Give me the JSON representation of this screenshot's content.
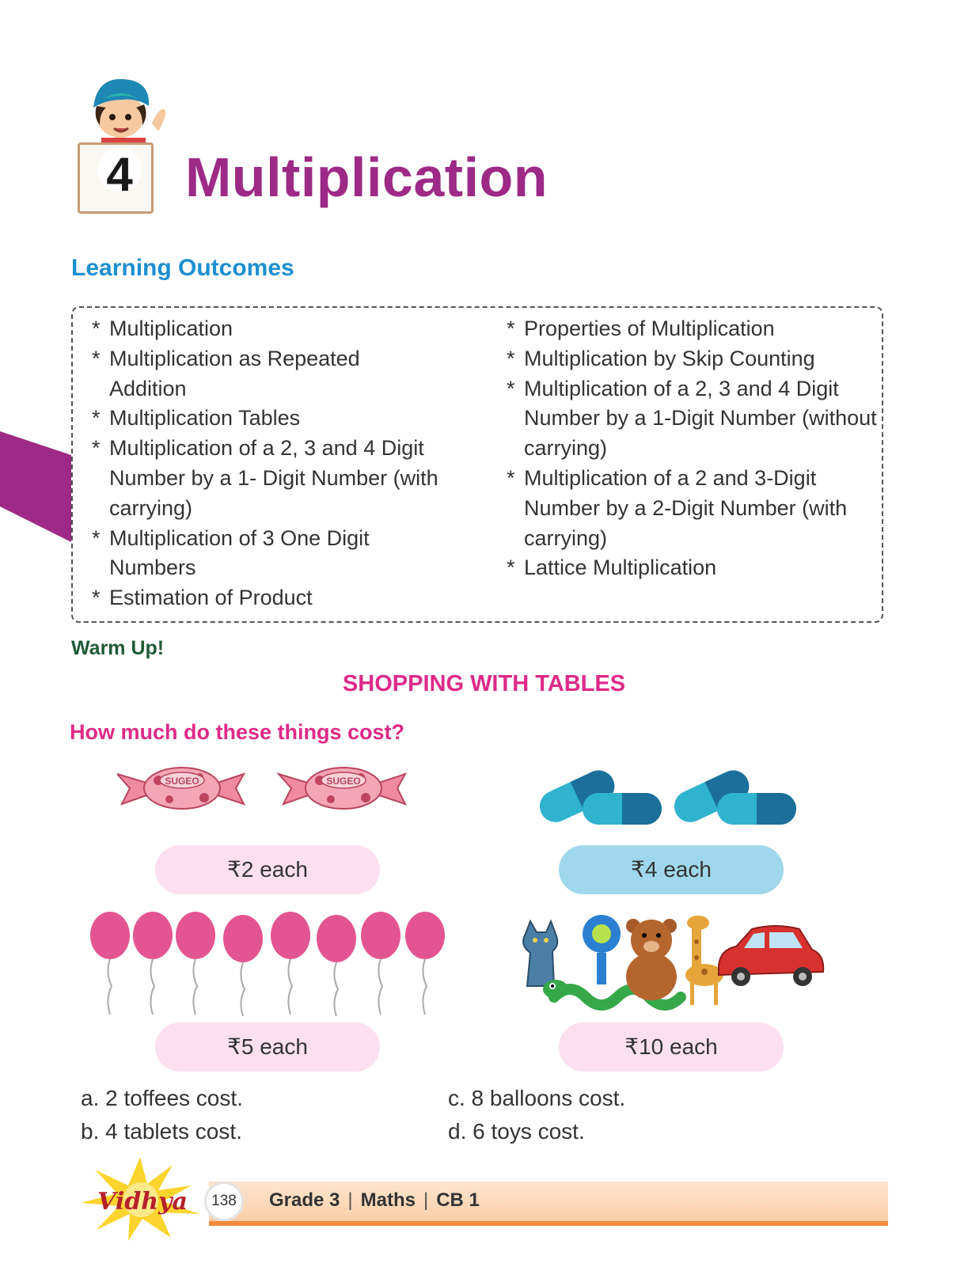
{
  "chapter": {
    "number": "4",
    "title": "Multiplication"
  },
  "learning_outcomes": {
    "heading": "Learning Outcomes",
    "left": [
      {
        "star": "*",
        "text": "Multiplication"
      },
      {
        "star": "*",
        "text": "Multiplication as Repeated Addition"
      },
      {
        "star": "*",
        "text": "Multiplication Tables"
      },
      {
        "star": "*",
        "text": "Multiplication of a 2, 3 and 4 Digit Number by a 1- Digit Number (with carrying)"
      },
      {
        "star": "*",
        "text": "Multiplication of 3 One Digit Numbers"
      },
      {
        "star": "*",
        "text": "Estimation of Product"
      }
    ],
    "right": [
      {
        "star": "*",
        "text": "Properties of Multiplication"
      },
      {
        "star": "*",
        "text": "Multiplication by Skip Counting"
      },
      {
        "star": "*",
        "text": "Multiplication of a 2, 3 and 4 Digit Number by a 1-Digit Number (without carrying)"
      },
      {
        "star": "*",
        "text": "Multiplication of a 2 and 3-Digit Number by a 2-Digit Number (with carrying)"
      },
      {
        "star": "*",
        "text": "Lattice Multiplication"
      }
    ]
  },
  "warm_up": {
    "label": "Warm Up!",
    "title": "SHOPPING WITH TABLES",
    "question": "How much do these things cost?",
    "items": {
      "toffee_price": "₹2 each",
      "tablet_price": "₹4 each",
      "balloon_price": "₹5 each",
      "toy_price": "₹10 each",
      "toffee_wrapper_text": "SUGEO"
    },
    "questions": {
      "a": "a. 2 toffees cost.",
      "b": "b. 4 tablets cost.",
      "c": "c. 8 balloons cost.",
      "d": "d. 6 toys cost."
    }
  },
  "footer": {
    "page_number": "138",
    "grade": "Grade 3",
    "subject": "Maths",
    "book": "CB 1",
    "separator": "|",
    "logo_text": "Vidhya"
  },
  "colors": {
    "title": "#9c2a86",
    "heading_blue": "#1d8fd1",
    "magenta": "#dd2a88",
    "warm_green": "#1f5b37",
    "footer_orange": "#f58a3c"
  }
}
